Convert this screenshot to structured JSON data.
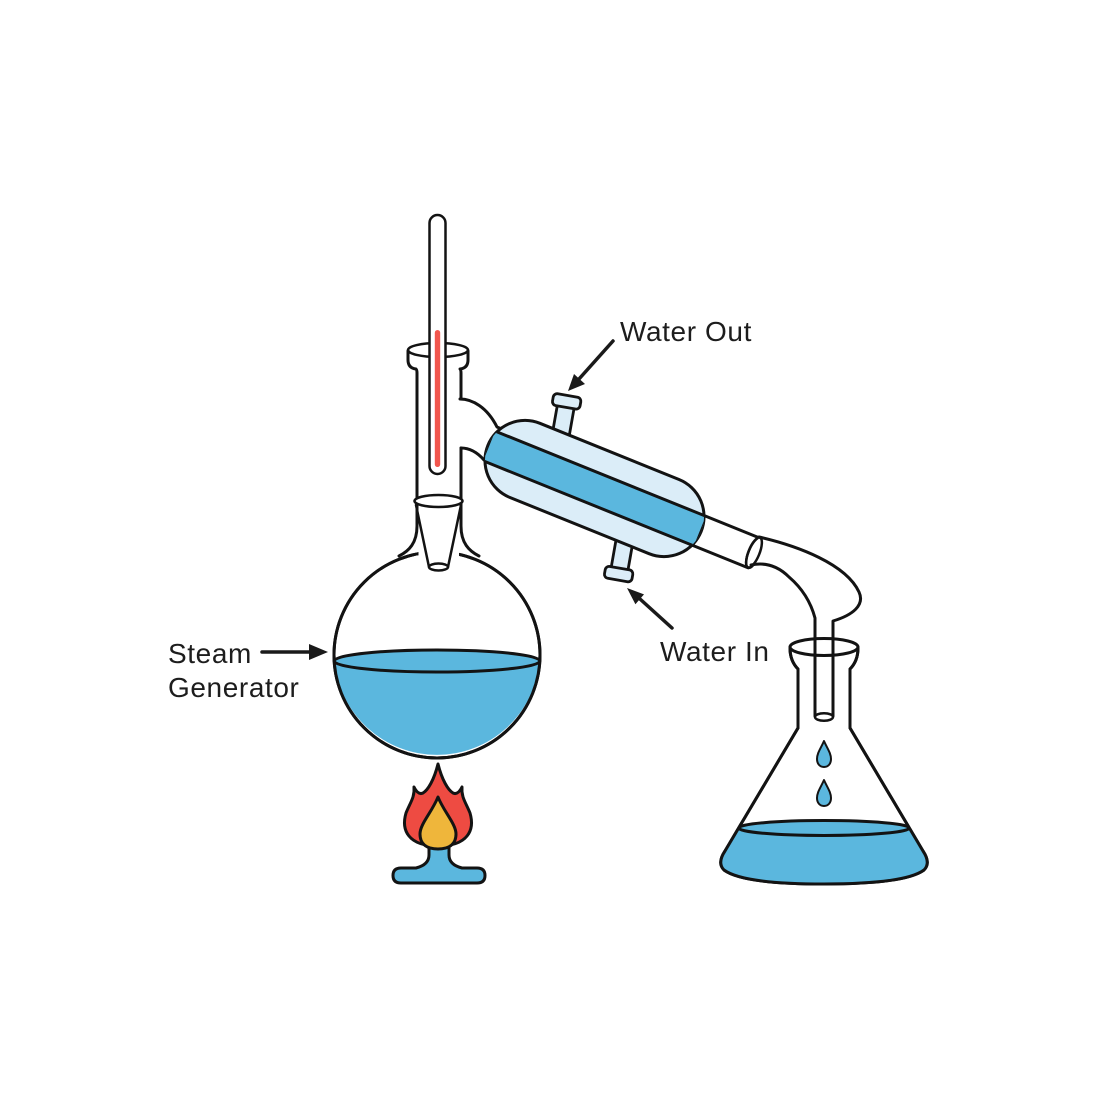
{
  "labels": {
    "water_out": "Water Out",
    "water_in": "Water In",
    "steam_generator_line1": "Steam",
    "steam_generator_line2": "Generator"
  },
  "colors": {
    "background": "#FFFFFF",
    "outline": "#131313",
    "text": "#1D1D1D",
    "glass_tint": "#DBEDF8",
    "liquid": "#5BB7DE",
    "flame_outer": "#EE4B42",
    "flame_inner": "#EFB63B",
    "thermometer_fluid": "#F2564D"
  }
}
